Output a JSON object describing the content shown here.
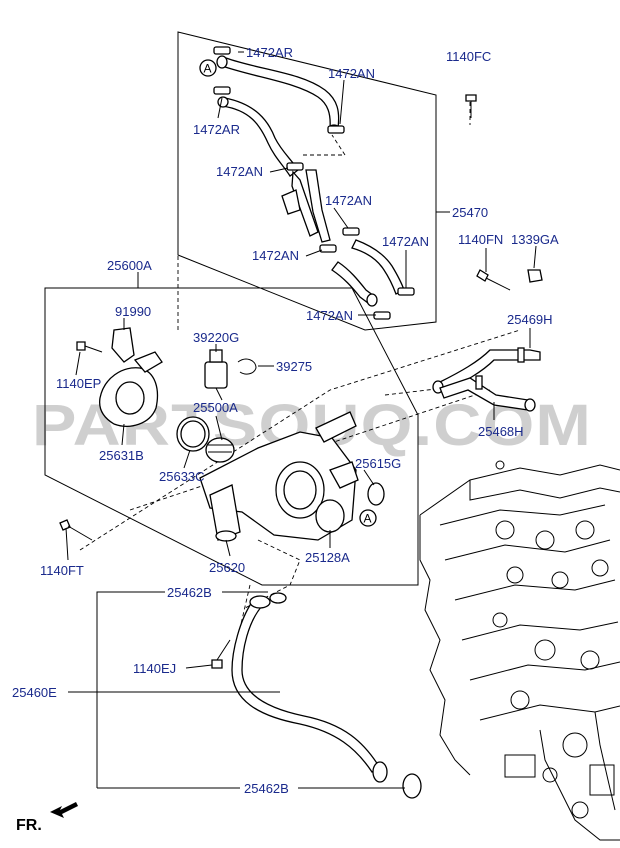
{
  "watermark": "PARTSOUQ.COM",
  "direction_label": "FR.",
  "callouts": {
    "c1472AR_top": "1472AR",
    "c1472AN_top": "1472AN",
    "c1472AR_mid": "1472AR",
    "c1472AN_left": "1472AN",
    "c1472AN_mid": "1472AN",
    "c1472AN_right": "1472AN",
    "c1472AN_low": "1472AN",
    "c1472AN_bottom": "1472AN",
    "c1140FC": "1140FC",
    "c25470": "25470",
    "c1140FN": "1140FN",
    "c1339GA": "1339GA",
    "c25600A": "25600A",
    "c91990": "91990",
    "c39220G": "39220G",
    "c39275": "39275",
    "c1140EP": "1140EP",
    "c25469H": "25469H",
    "c25500A": "25500A",
    "c25631B": "25631B",
    "c25468H": "25468H",
    "c25633C": "25633C",
    "c25615G": "25615G",
    "c1140FT": "1140FT",
    "c25620": "25620",
    "c25128A": "25128A",
    "c25462B_top": "25462B",
    "c1140EJ": "1140EJ",
    "c25460E": "25460E",
    "c25462B_bottom": "25462B"
  },
  "markers": {
    "a_top": "A",
    "a_right": "A"
  },
  "colors": {
    "label": "#1a2a8c",
    "line": "#000000",
    "watermark": "#cfcfcf"
  }
}
